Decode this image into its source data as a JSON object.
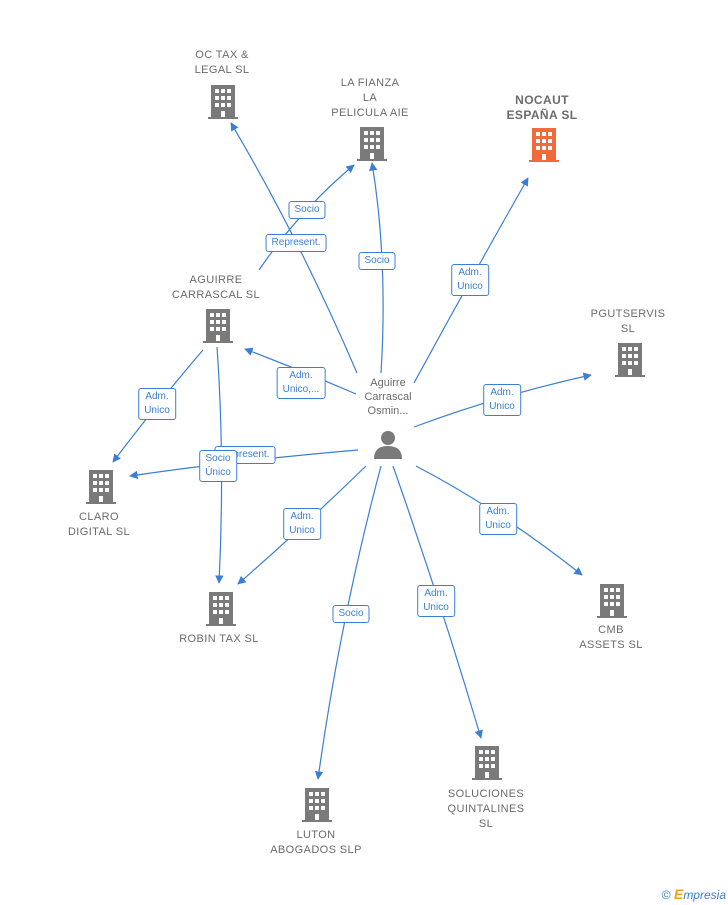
{
  "center": {
    "name": "Aguirre\nCarrascal\nOsmin..."
  },
  "companies": [
    {
      "id": "octax",
      "name": "OC TAX &\nLEGAL  SL",
      "highlight": false
    },
    {
      "id": "fianza",
      "name": "LA FIANZA\nLA\nPELICULA AIE",
      "highlight": false
    },
    {
      "id": "nocaut",
      "name": "NOCAUT\nESPAÑA  SL",
      "highlight": true
    },
    {
      "id": "pgutservis",
      "name": "PGUTSERVIS\nSL",
      "highlight": false
    },
    {
      "id": "aguirre",
      "name": "AGUIRRE\nCARRASCAL SL",
      "highlight": false
    },
    {
      "id": "claro",
      "name": "CLARO\nDIGITAL SL",
      "highlight": false
    },
    {
      "id": "robin",
      "name": "ROBIN TAX  SL",
      "highlight": false
    },
    {
      "id": "cmb",
      "name": "CMB\nASSETS  SL",
      "highlight": false
    },
    {
      "id": "luton",
      "name": "LUTON\nABOGADOS  SLP",
      "highlight": false
    },
    {
      "id": "soluciones",
      "name": "SOLUCIONES\nQUINTALINES\nSL",
      "highlight": false
    }
  ],
  "edges": [
    {
      "id": "e-octax",
      "label": "Represent."
    },
    {
      "id": "e-fianza",
      "label": "Socio"
    },
    {
      "id": "e-aguirre-fianza",
      "label": "Socio"
    },
    {
      "id": "e-nocaut",
      "label": "Adm.\nUnico"
    },
    {
      "id": "e-pgut",
      "label": "Adm.\nUnico"
    },
    {
      "id": "e-aguirre",
      "label": "Adm.\nUnico,..."
    },
    {
      "id": "e-aguirre-claro",
      "label": "Adm.\nUnico"
    },
    {
      "id": "e-claro",
      "label": "Represent."
    },
    {
      "id": "e-aguirre-robin",
      "label": "Socio\nÚnico"
    },
    {
      "id": "e-robin",
      "label": "Adm.\nUnico"
    },
    {
      "id": "e-cmb",
      "label": "Adm.\nUnico"
    },
    {
      "id": "e-luton",
      "label": "Socio"
    },
    {
      "id": "e-soluciones",
      "label": "Adm.\nUnico"
    }
  ],
  "colors": {
    "edge": "#3a7fd5",
    "building": "#7a7a7a",
    "building_highlight": "#f26a3a",
    "person": "#7a7a7a"
  },
  "footer": {
    "copyright": "©",
    "brand_first": "E",
    "brand_rest": "mpresia"
  }
}
